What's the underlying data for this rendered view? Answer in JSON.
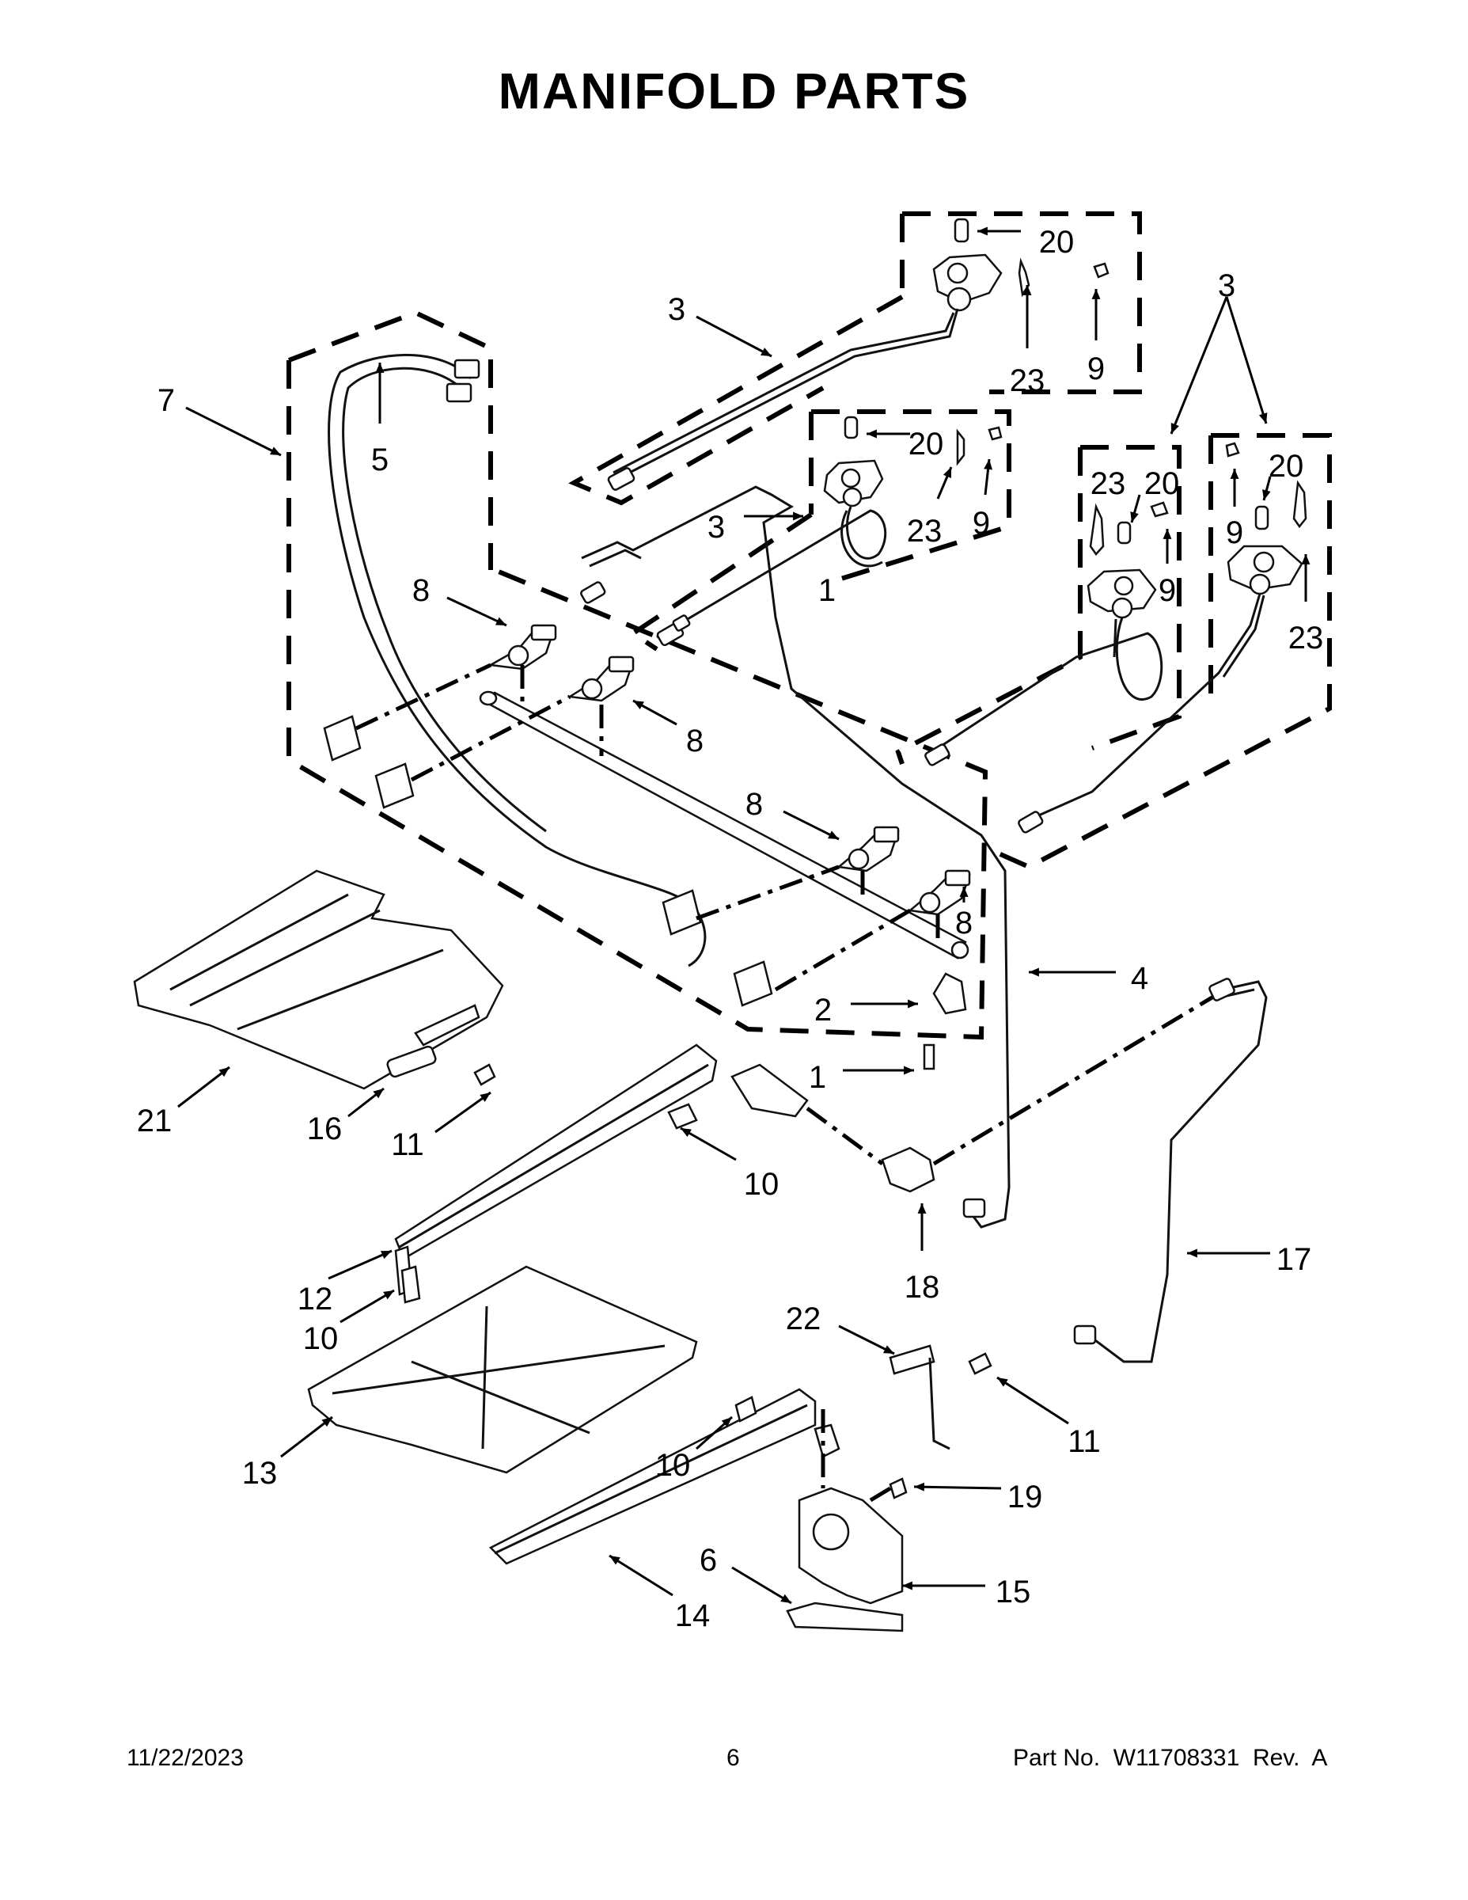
{
  "page": {
    "title": "MANIFOLD PARTS",
    "date": "11/22/2023",
    "page_number": "6",
    "part_number": "Part No.  W11708331  Rev.  A"
  },
  "callouts": [
    {
      "id": "c-20a",
      "label": "20"
    },
    {
      "id": "c-3a",
      "label": "3"
    },
    {
      "id": "c-23a",
      "label": "23"
    },
    {
      "id": "c-9a",
      "label": "9"
    },
    {
      "id": "c-3b",
      "label": "3"
    },
    {
      "id": "c-7",
      "label": "7"
    },
    {
      "id": "c-5",
      "label": "5"
    },
    {
      "id": "c-20b",
      "label": "20"
    },
    {
      "id": "c-3c",
      "label": "3"
    },
    {
      "id": "c-23b",
      "label": "23"
    },
    {
      "id": "c-9b",
      "label": "9"
    },
    {
      "id": "c-1a",
      "label": "1"
    },
    {
      "id": "c-23c",
      "label": "23"
    },
    {
      "id": "c-20c",
      "label": "20"
    },
    {
      "id": "c-20d",
      "label": "20"
    },
    {
      "id": "c-9c",
      "label": "9"
    },
    {
      "id": "c-9d",
      "label": "9"
    },
    {
      "id": "c-23d",
      "label": "23"
    },
    {
      "id": "c-8a",
      "label": "8"
    },
    {
      "id": "c-8b",
      "label": "8"
    },
    {
      "id": "c-8c",
      "label": "8"
    },
    {
      "id": "c-8d",
      "label": "8"
    },
    {
      "id": "c-4",
      "label": "4"
    },
    {
      "id": "c-2",
      "label": "2"
    },
    {
      "id": "c-1b",
      "label": "1"
    },
    {
      "id": "c-21",
      "label": "21"
    },
    {
      "id": "c-16",
      "label": "16"
    },
    {
      "id": "c-11a",
      "label": "11"
    },
    {
      "id": "c-10a",
      "label": "10"
    },
    {
      "id": "c-18",
      "label": "18"
    },
    {
      "id": "c-17",
      "label": "17"
    },
    {
      "id": "c-12",
      "label": "12"
    },
    {
      "id": "c-10b",
      "label": "10"
    },
    {
      "id": "c-22",
      "label": "22"
    },
    {
      "id": "c-11b",
      "label": "11"
    },
    {
      "id": "c-13",
      "label": "13"
    },
    {
      "id": "c-10c",
      "label": "10"
    },
    {
      "id": "c-19",
      "label": "19"
    },
    {
      "id": "c-6",
      "label": "6"
    },
    {
      "id": "c-15",
      "label": "15"
    },
    {
      "id": "c-14",
      "label": "14"
    }
  ]
}
